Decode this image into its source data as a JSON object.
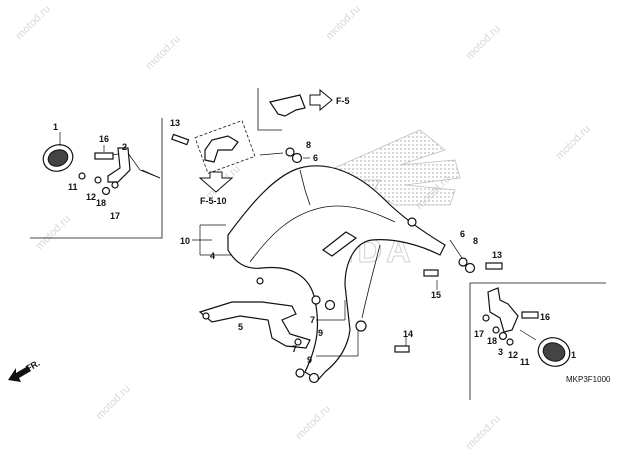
{
  "watermark": {
    "text": "motod.ru",
    "logo_text": "HONDA"
  },
  "diagram_code": "MKP3F1000",
  "direction_label": "FR.",
  "refs": {
    "f5": "F-5",
    "f510": "F-5-10"
  },
  "callouts": {
    "c1_left": "1",
    "c16_left": "16",
    "c2_left": "2",
    "c11_left": "11",
    "c12_left": "12",
    "c18_left": "18",
    "c17_left": "17",
    "c13_top": "13",
    "c8_top": "8",
    "c6_top": "6",
    "c10": "10",
    "c4": "4",
    "c6_right": "6",
    "c8_right": "8",
    "c13_right": "13",
    "c15": "15",
    "c5": "5",
    "c7_top": "7",
    "c9_top": "9",
    "c14": "14",
    "c7_bot": "7",
    "c9_bot": "9",
    "c16_right": "16",
    "c17_right": "17",
    "c18_right": "18",
    "c3": "3",
    "c12_right": "12",
    "c11_right": "11",
    "c1_right": "1"
  }
}
